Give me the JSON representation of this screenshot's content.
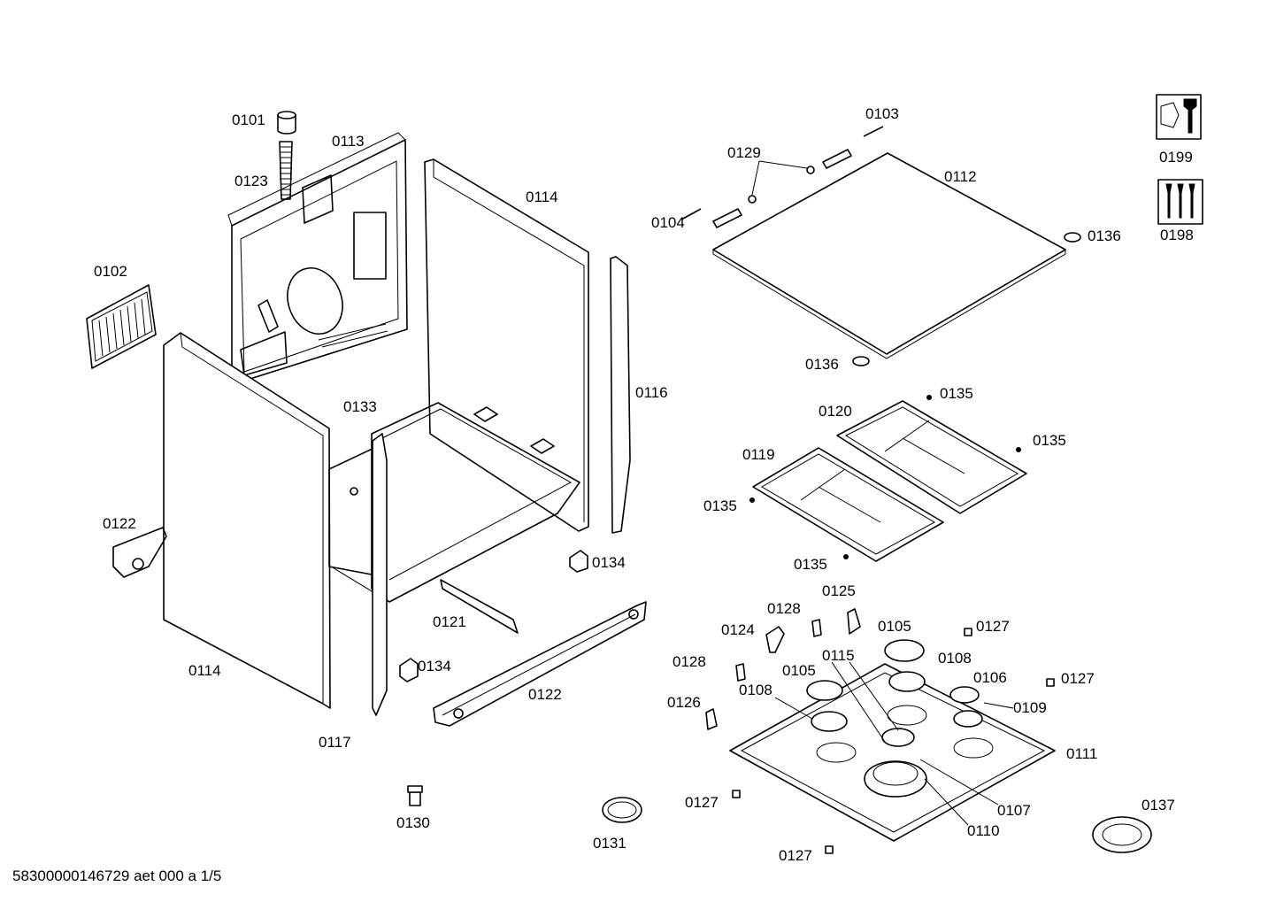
{
  "labels": {
    "l0101": "0101",
    "l0102": "0102",
    "l0103": "0103",
    "l0104": "0104",
    "l0105a": "0105",
    "l0105b": "0105",
    "l0106": "0106",
    "l0107": "0107",
    "l0108a": "0108",
    "l0108b": "0108",
    "l0109": "0109",
    "l0110": "0110",
    "l0111": "0111",
    "l0112": "0112",
    "l0113": "0113",
    "l0114a": "0114",
    "l0114b": "0114",
    "l0115": "0115",
    "l0116": "0116",
    "l0117": "0117",
    "l0119": "0119",
    "l0120": "0120",
    "l0121": "0121",
    "l0122a": "0122",
    "l0122b": "0122",
    "l0123": "0123",
    "l0124": "0124",
    "l0125": "0125",
    "l0126": "0126",
    "l0127a": "0127",
    "l0127b": "0127",
    "l0127c": "0127",
    "l0127d": "0127",
    "l0128a": "0128",
    "l0128b": "0128",
    "l0129": "0129",
    "l0130": "0130",
    "l0131": "0131",
    "l0133": "0133",
    "l0134a": "0134",
    "l0134b": "0134",
    "l0135a": "0135",
    "l0135b": "0135",
    "l0135c": "0135",
    "l0135d": "0135",
    "l0136a": "0136",
    "l0136b": "0136",
    "l0137": "0137",
    "l0198": "0198",
    "l0199": "0199"
  },
  "icons": {
    "tools_icon": "wrench-screwdriver-icon",
    "multi_tools_icon": "screwdrivers-set-icon"
  },
  "footer": "58300000146729 aet 000 a 1/5"
}
